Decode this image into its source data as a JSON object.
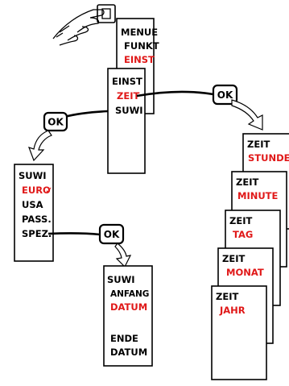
{
  "colors": {
    "text": "#000000",
    "selected": "#e01818"
  },
  "menu_screen": {
    "line1": "MENUE",
    "line2": "FUNKT",
    "line3": "EINST"
  },
  "einst_screen": {
    "line1": "EINST",
    "line2": "ZEIT",
    "line3": "SUWI"
  },
  "ok_label": "OK",
  "zeit_stack": {
    "heading": "ZEIT",
    "cards": [
      "STUNDE",
      "MINUTE",
      "TAG",
      "MONAT",
      "JAHR"
    ]
  },
  "suwi_screen": {
    "line1": "SUWI",
    "line2": "EURO",
    "check": "✓",
    "line3": "USA",
    "line4": "PASS.",
    "line5": "SPEZ."
  },
  "datum_screen": {
    "line1": "SUWI",
    "line2": "ANFANG",
    "line3": "DATUM",
    "line4": "ENDE",
    "line5": "DATUM"
  },
  "icons": {
    "press": "hand-pressing-button-icon",
    "flow": "curved-arrow-icon"
  }
}
